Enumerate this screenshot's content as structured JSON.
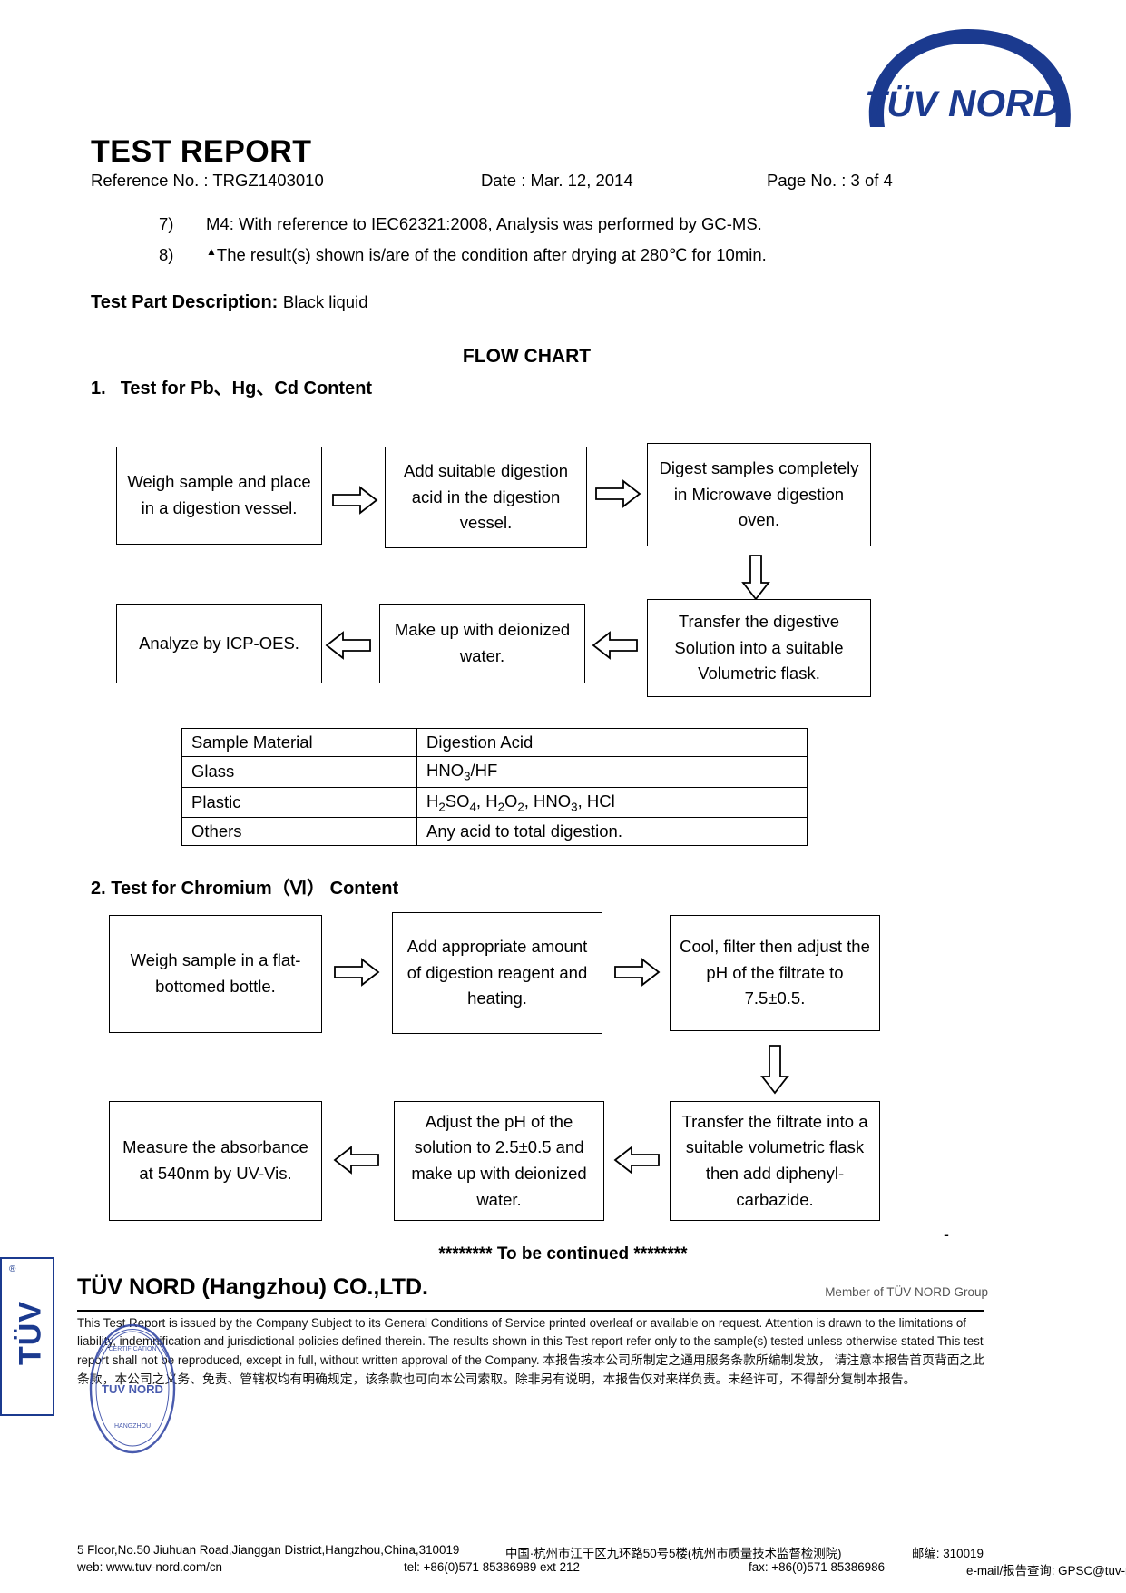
{
  "header": {
    "logo_text": "TÜV NORD",
    "title": "TEST REPORT",
    "reference_label": "Reference No. : TRGZ1403010",
    "date_label": "Date : Mar. 12, 2014",
    "page_label": "Page No. : 3 of 4"
  },
  "notes": [
    {
      "num": "7)",
      "text": "M4: With reference to IEC62321:2008, Analysis was performed by GC-MS."
    },
    {
      "num": "8)",
      "marker": "▲",
      "text": "The result(s) shown is/are of the condition after drying at 280℃  for 10min."
    }
  ],
  "test_part": {
    "label": "Test Part Description:",
    "value": "Black liquid"
  },
  "flow_chart_title": "FLOW CHART",
  "section1": {
    "number": "1.",
    "title": "Test for Pb、Hg、Cd Content",
    "boxes": {
      "b1": "Weigh sample and place in a digestion vessel.",
      "b2": "Add suitable digestion acid in the digestion vessel.",
      "b3": "Digest samples completely in Microwave digestion oven.",
      "b4": "Transfer the digestive Solution into a suitable Volumetric flask.",
      "b5": "Make up with deionized water.",
      "b6": "Analyze by ICP-OES."
    }
  },
  "acid_table": {
    "headers": [
      "Sample Material",
      "Digestion Acid"
    ],
    "rows": [
      {
        "material": "Glass",
        "acid_html": "HNO<sub>3</sub>/HF"
      },
      {
        "material": "Plastic",
        "acid_html": "H<sub>2</sub>SO<sub>4</sub>, H<sub>2</sub>O<sub>2</sub>, HNO<sub>3</sub>, HCl"
      },
      {
        "material": "Others",
        "acid_html": "Any acid to total digestion."
      }
    ]
  },
  "section2": {
    "title": "2. Test for Chromium（Ⅵ）  Content",
    "boxes": {
      "b1": "Weigh sample in a flat-bottomed bottle.",
      "b2": "Add appropriate amount of digestion reagent and heating.",
      "b3": "Cool, filter then adjust the pH of the filtrate to 7.5±0.5.",
      "b4": "Transfer the filtrate into a suitable volumetric flask then add diphenyl-carbazide.",
      "b5": "Adjust the pH of the solution to 2.5±0.5 and make up with deionized water.",
      "b6": "Measure the absorbance at 540nm by UV-Vis."
    }
  },
  "continued": "******** To be continued ********",
  "dash_mark": "-",
  "footer": {
    "company": "TÜV NORD (Hangzhou) CO.,LTD.",
    "member": "Member of TÜV NORD Group",
    "disclaimer_en": "This Test Report is issued by the Company Subject to its General Conditions of Service printed overleaf or available on request. Attention is drawn to the limitations of liability, indemnification and jurisdictional policies defined therein. The results shown in this Test report refer only to the sample(s) tested unless otherwise stated This test report shall not be reproduced, except in full, without written approval of the Company.",
    "disclaimer_zh": "本报告按本公司所制定之通用服务条款所编制发放， 请注意本报告首页背面之此条款，本公司之义务、免责、管辖权均有明确规定，该条款也可向本公司索取。除非另有说明，本报告仅对来样负责。未经许可，不得部分复制本报告。",
    "address_en": "5 Floor,No.50 Jiuhuan Road,Jianggan District,Hangzhou,China,310019",
    "address_zh": "中国·杭州市江干区九环路50号5楼(杭州市质量技术监督检测院)",
    "postcode": "邮编: 310019",
    "web": "web: www.tuv-nord.com/cn",
    "tel": "tel: +86(0)571 85386989 ext 212",
    "fax": "fax: +86(0)571 85386986",
    "email": "e-mail/报告查询: GPSC@tuv-nord.com",
    "left_mark": "TÜV",
    "left_mark_reg": "®",
    "stamp_text": "TUV NORD"
  },
  "colors": {
    "brand_blue": "#1b3a8f",
    "text": "#000000",
    "rule": "#000000"
  }
}
